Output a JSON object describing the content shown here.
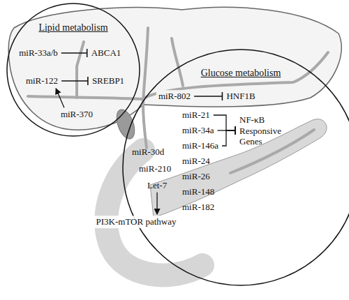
{
  "diagram": {
    "nodes": [
      {
        "text": [
          "Lipid metabolism"
        ]
      },
      {
        "text": [
          "miR-33a/b"
        ],
        "in": 0
      },
      {
        "text": [
          "ABCA1"
        ],
        "in": 0
      },
      {
        "text": [
          "miR-122"
        ],
        "in": 0
      },
      {
        "text": [
          "SREBP1"
        ],
        "in": 0
      },
      {
        "text": [
          "miR-370"
        ],
        "in": 0
      },
      {
        "text": [
          "Glucose metabolism"
        ]
      },
      {
        "text": [
          "miR-802"
        ],
        "in": 6
      },
      {
        "text": [
          "HNF1B"
        ],
        "in": 6
      },
      {
        "text": [
          "miR-21"
        ],
        "in": 6
      },
      {
        "text": [
          "NF-κB Responsive Genes"
        ],
        "in": 6
      },
      {
        "text": [
          "miR-34a"
        ],
        "in": 6
      },
      {
        "text": [
          "miR-146a"
        ],
        "in": 6
      },
      {
        "text": [
          "miR-24"
        ],
        "in": 6
      },
      {
        "text": [
          "miR-30d"
        ],
        "in": 6
      },
      {
        "text": [
          "miR-210"
        ],
        "in": 6
      },
      {
        "text": [
          "miR-26"
        ],
        "in": 6
      },
      {
        "text": [
          "Let-7"
        ],
        "in": 6
      },
      {
        "text": [
          "miR-148"
        ],
        "in": 6
      },
      {
        "text": [
          "miR-182"
        ],
        "in": 6
      },
      {
        "text": [
          "PI3K-mTOR pathway"
        ]
      }
    ],
    "edges": [
      {
        "from": 1,
        "to": 2,
        "arrow": "to"
      },
      {
        "from": 3,
        "to": 4,
        "arrow": "to"
      },
      {
        "from": 5,
        "to": 3,
        "arrow": "to"
      },
      {
        "from": 7,
        "to": 8,
        "arrow": "to"
      },
      {
        "from": 9,
        "to": 10,
        "arrow": "to"
      },
      {
        "from": 11,
        "to": 10,
        "arrow": "to"
      },
      {
        "from": 12,
        "to": 10,
        "arrow": "to"
      },
      {
        "from": 17,
        "to": 20,
        "arrow": "to"
      }
    ]
  }
}
